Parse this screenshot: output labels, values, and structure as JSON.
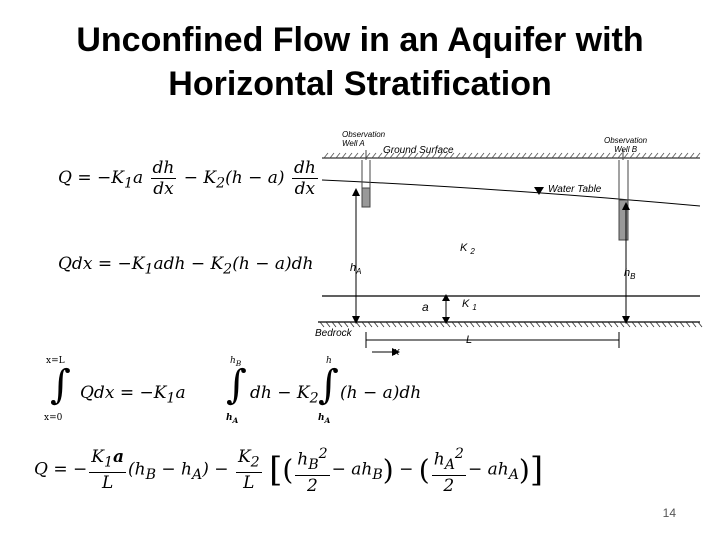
{
  "title": {
    "line1": "Unconfined Flow in an Aquifer with",
    "line2": "Horizontal Stratification"
  },
  "diagram": {
    "observation_well_a": "Observation Well A",
    "observation_well_a_l1": "Observation",
    "observation_well_a_l2": "Well A",
    "observation_well_b": "Observation Well B",
    "observation_well_b_l1": "Observation",
    "observation_well_b_l2": "Well B",
    "ground_surface": "Ground Surface",
    "water_table": "Water Table",
    "k2": "K 2",
    "k1": "K 1",
    "ha": "hA",
    "hb": "hB",
    "a": "a",
    "bedrock": "Bedrock",
    "x": "x",
    "L": "L"
  },
  "equations": {
    "eq1": "Q = −K1a dh/dx − K2(h − a) dh/dx",
    "eq2": "Qdx = −K1adh − K2(h − a)dh",
    "eq3": "∫x=0..x=L Qdx = −K1a ∫hA..hB dh − K2 ∫hA..h (h − a)dh",
    "eq4": "Q = −(K1a/L)(hB − hA) − (K2/L)[(hB²/2 − ahB) − (hA²/2 − ahA)]"
  },
  "page_number": "14"
}
